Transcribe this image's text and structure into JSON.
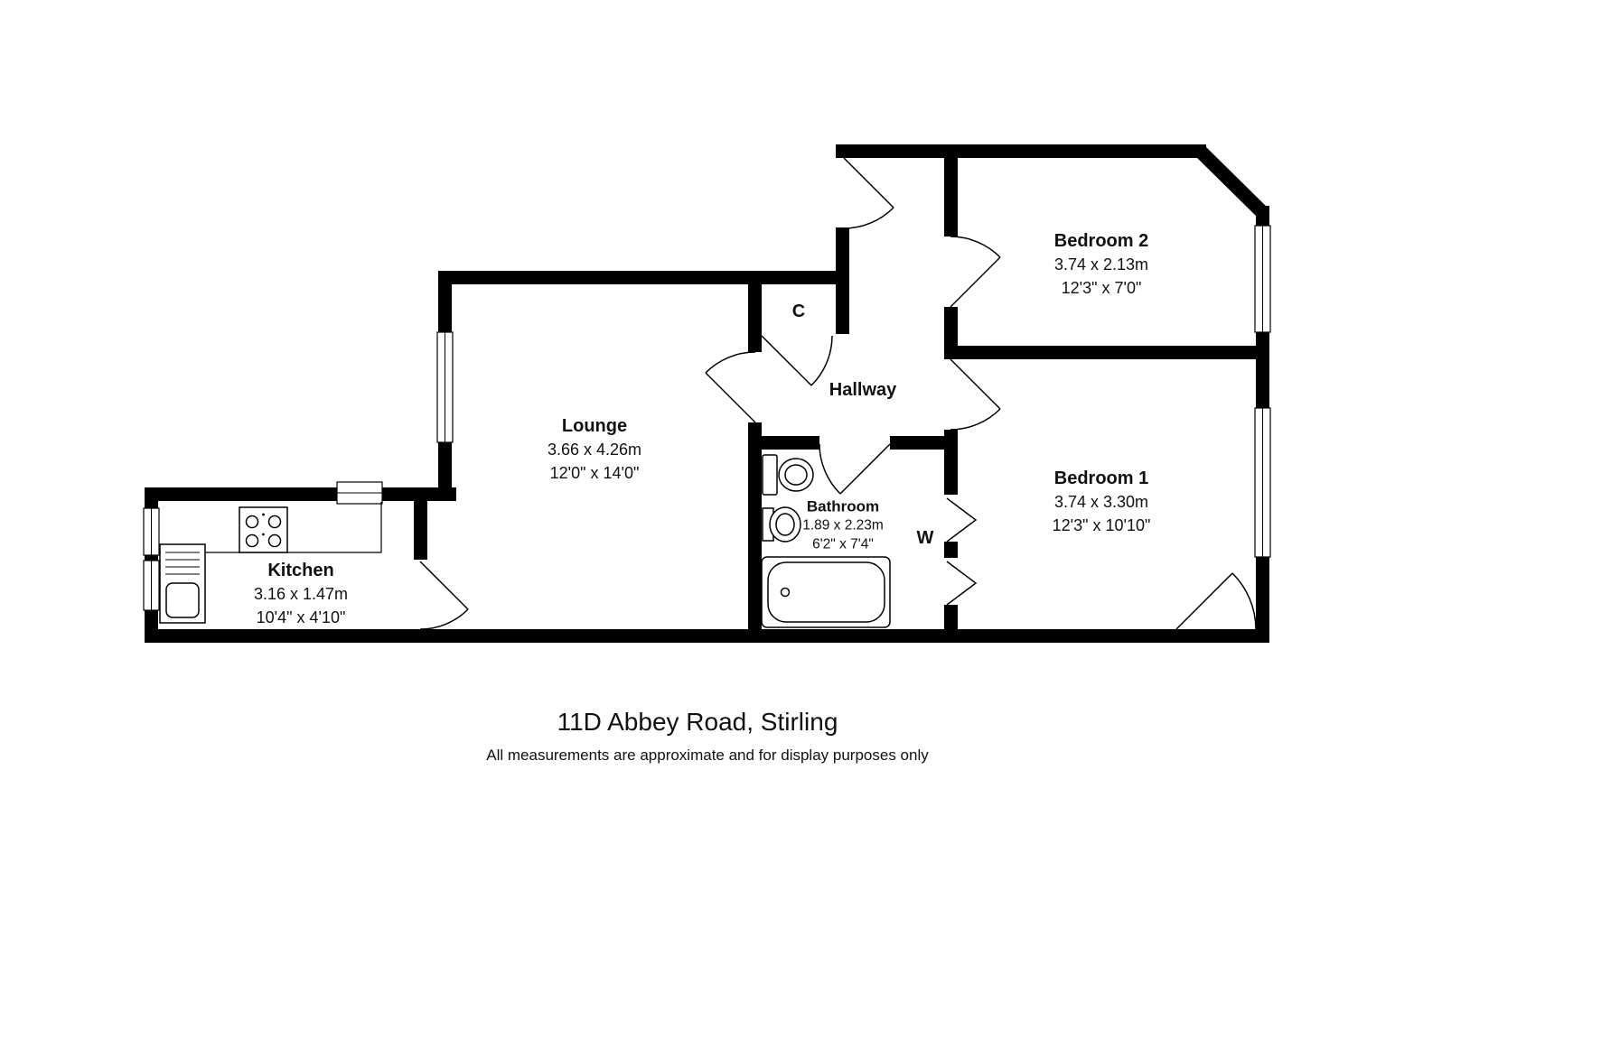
{
  "meta": {
    "title": "11D Abbey Road, Stirling",
    "disclaimer": "All measurements are approximate and for display purposes only"
  },
  "rooms": {
    "lounge": {
      "name": "Lounge",
      "metric": "3.66 x 4.26m",
      "imperial": "12'0\" x 14'0\""
    },
    "kitchen": {
      "name": "Kitchen",
      "metric": "3.16 x 1.47m",
      "imperial": "10'4\" x 4'10\""
    },
    "bathroom": {
      "name": "Bathroom",
      "metric": "1.89 x 2.23m",
      "imperial": "6'2\" x 7'4\""
    },
    "bedroom1": {
      "name": "Bedroom 1",
      "metric": "3.74 x 3.30m",
      "imperial": "12'3\" x 10'10\""
    },
    "bedroom2": {
      "name": "Bedroom 2",
      "metric": "3.74 x 2.13m",
      "imperial": "12'3\" x 7'0\""
    },
    "hallway": {
      "name": "Hallway"
    },
    "cupboard": {
      "name": "C"
    },
    "wardrobe": {
      "name": "W"
    }
  },
  "colors": {
    "wall": "#000000",
    "floor": "#ffffff"
  }
}
